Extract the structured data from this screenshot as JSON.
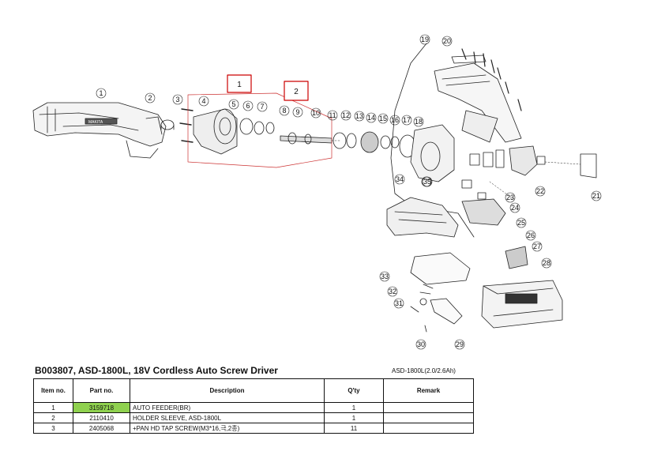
{
  "diagram": {
    "boxes": [
      {
        "label": "1"
      },
      {
        "label": "2"
      }
    ],
    "callouts": [
      "1",
      "2",
      "3",
      "4",
      "5",
      "6",
      "7",
      "8",
      "9",
      "10",
      "11",
      "12",
      "13",
      "14",
      "15",
      "16",
      "17",
      "18",
      "19",
      "20",
      "21",
      "22",
      "23",
      "24",
      "25",
      "26",
      "27",
      "28",
      "29",
      "30",
      "31",
      "32",
      "33",
      "34",
      "35"
    ],
    "brand_text": "MAKITA"
  },
  "doc": {
    "title": "B003807, ASD-1800L, 18V Cordless Auto Screw Driver",
    "model": "ASD-1800L(2.0/2.6Ah)"
  },
  "table": {
    "headers": {
      "item": "Item no.",
      "part": "Part no.",
      "description": "Description",
      "qty": "Q'ty",
      "remark": "Remark"
    },
    "rows": [
      {
        "item": "1",
        "part": "3159718",
        "description": "AUTO FEEDER(BR)",
        "qty": "1",
        "remark": ""
      },
      {
        "item": "2",
        "part": "2110410",
        "description": "HOLDER SLEEVE, ASD-1800L",
        "qty": "1",
        "remark": ""
      },
      {
        "item": "3",
        "part": "2405068",
        "description": "+PAN HD TAP SCREW(M3*16,극,2종)",
        "qty": "11",
        "remark": ""
      }
    ],
    "highlight_color": "#8fd14f"
  }
}
